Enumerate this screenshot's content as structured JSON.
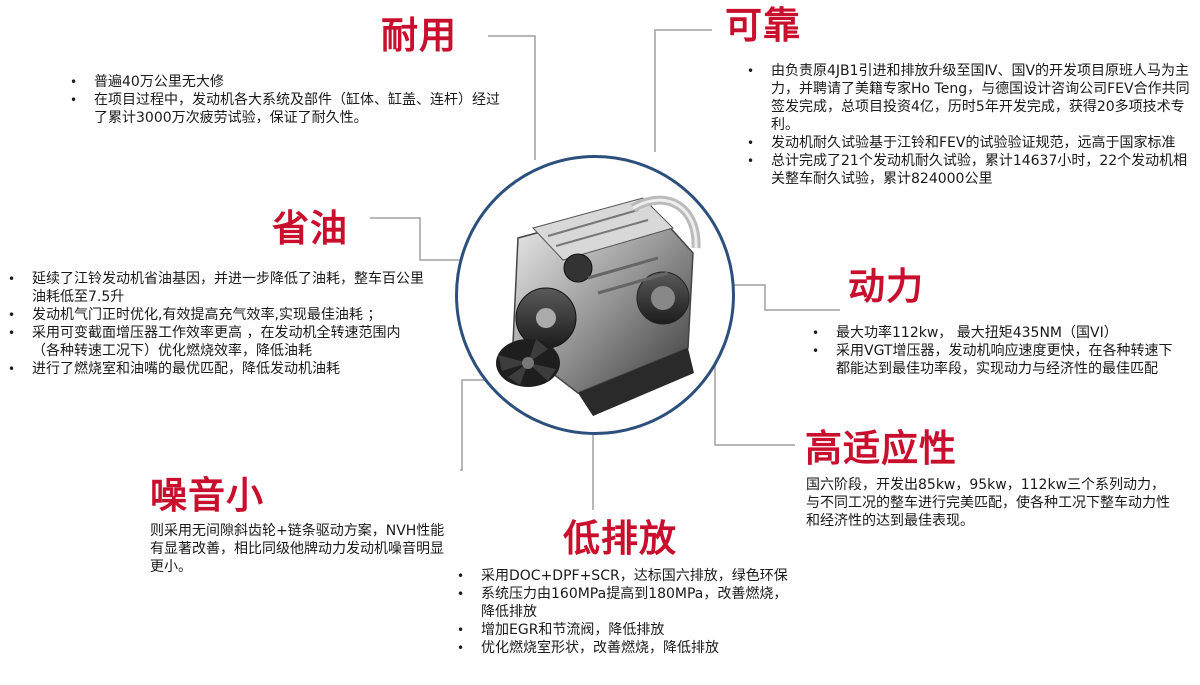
{
  "sections": {
    "durable": {
      "title": "耐用",
      "bullets": [
        "普遍40万公里无大修",
        "在项目过程中，发动机各大系统及部件（缸体、缸盖、连杆）经过了累计3000万次疲劳试验，保证了耐久性。"
      ]
    },
    "reliable": {
      "title": "可靠",
      "bullets": [
        "由负责原4JB1引进和排放升级至国Ⅳ、国V的开发项目原班人马为主力，并聘请了美籍专家Ho Teng，与德国设计咨询公司FEV合作共同签发完成，总项目投资4亿，历时5年开发完成，获得20多项技术专利。",
        "发动机耐久试验基于江铃和FEV的试验验证规范，远高于国家标准",
        "总计完成了21个发动机耐久试验，累计14637小时，22个发动机相关整车耐久试验，累计824000公里"
      ]
    },
    "fuel": {
      "title": "省油",
      "bullets": [
        "延续了江铃发动机省油基因，并进一步降低了油耗，整车百公里油耗低至7.5升",
        "发动机气门正时优化,有效提高充气效率,实现最佳油耗 ；",
        "采用可变截面增压器工作效率更高 ，在发动机全转速范围内（各种转速工况下）优化燃烧效率，降低油耗",
        "进行了燃烧室和油嘴的最优匹配，降低发动机油耗"
      ]
    },
    "power": {
      "title": "动力",
      "bullets": [
        "最大功率112kw， 最大扭矩435NM（国VI）",
        "采用VGT增压器，发动机响应速度更快，在各种转速下都能达到最佳功率段，实现动力与经济性的最佳匹配"
      ]
    },
    "adapt": {
      "title": "高适应性",
      "text": "国六阶段，开发出85kw，95kw，112kw三个系列动力，与不同工况的整车进行完美匹配，使各种工况下整车动力性和经济性的达到最佳表现。"
    },
    "noise": {
      "title": "噪音小",
      "text": "则采用无间隙斜齿轮+链条驱动方案，NVH性能有显著改善，相比同级他牌动力发动机噪音明显更小。"
    },
    "emission": {
      "title": "低排放",
      "bullets": [
        "采用DOC+DPF+SCR，达标国六排放，绿色环保",
        "系统压力由160MPa提高到180MPa，改善燃烧，降低排放",
        "增加EGR和节流阀，降低排放",
        "优化燃烧室形状，改善燃烧，降低排放"
      ]
    }
  },
  "colors": {
    "title": "#c8102e",
    "connector": "#a0a0a0",
    "circle_border": "#2c4f7c"
  }
}
